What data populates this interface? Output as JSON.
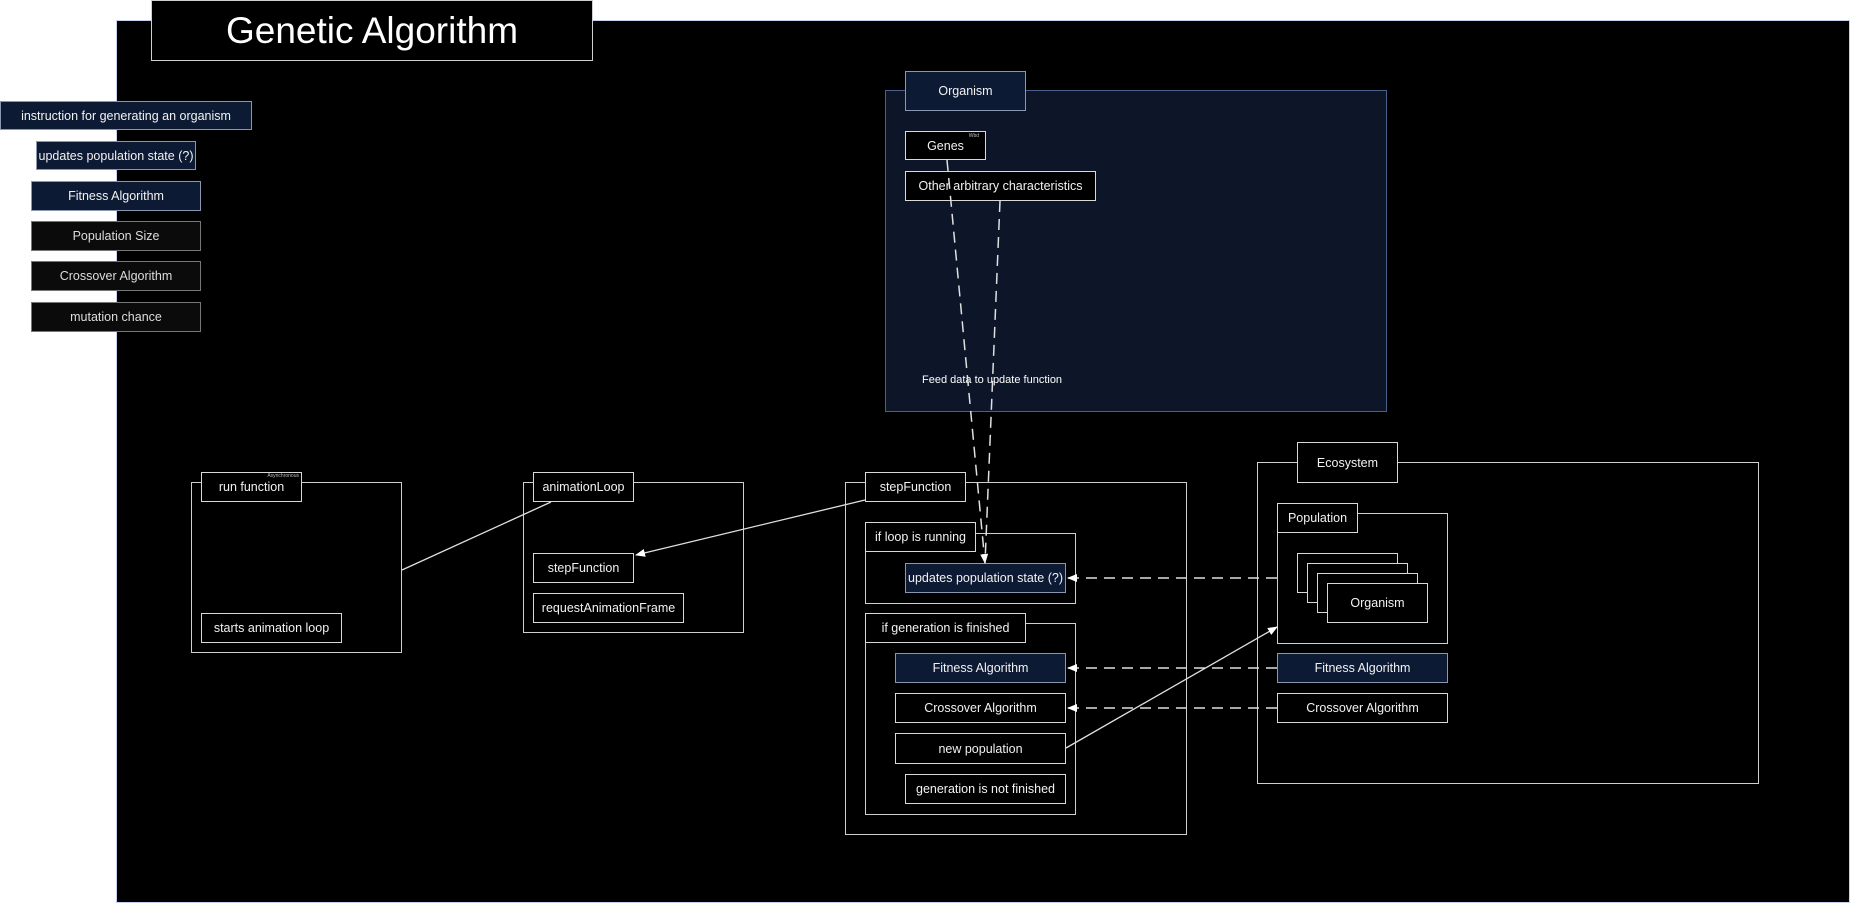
{
  "title": "Genetic Algorithm",
  "legend": {
    "instruction": "instruction for generating an organism",
    "updates": "updates population state (?)",
    "fitness": "Fitness Algorithm",
    "population_size": "Population Size",
    "crossover": "Crossover Algorithm",
    "mutation": "mutation chance"
  },
  "organism": {
    "label": "Organism",
    "genes": "Genes",
    "genes_tag": "Wbd",
    "other": "Other arbitrary characteristics",
    "feed": "Feed data to update function"
  },
  "run": {
    "label": "run function",
    "tag": "Asynchronous",
    "starts": "starts animation loop"
  },
  "anim": {
    "label": "animationLoop",
    "step": "stepFunction",
    "raf": "requestAnimationFrame"
  },
  "step": {
    "label": "stepFunction",
    "if_running": "if loop is running",
    "updates": "updates population state (?)",
    "if_finished": "if generation is finished",
    "fitness": "Fitness Algorithm",
    "crossover": "Crossover Algorithm",
    "new_population": "new population",
    "not_finished": "generation is not finished"
  },
  "ecosystem": {
    "label": "Ecosystem",
    "population": "Population",
    "organism": "Organism",
    "fitness": "Fitness Algorithm",
    "crossover": "Crossover Algorithm"
  }
}
